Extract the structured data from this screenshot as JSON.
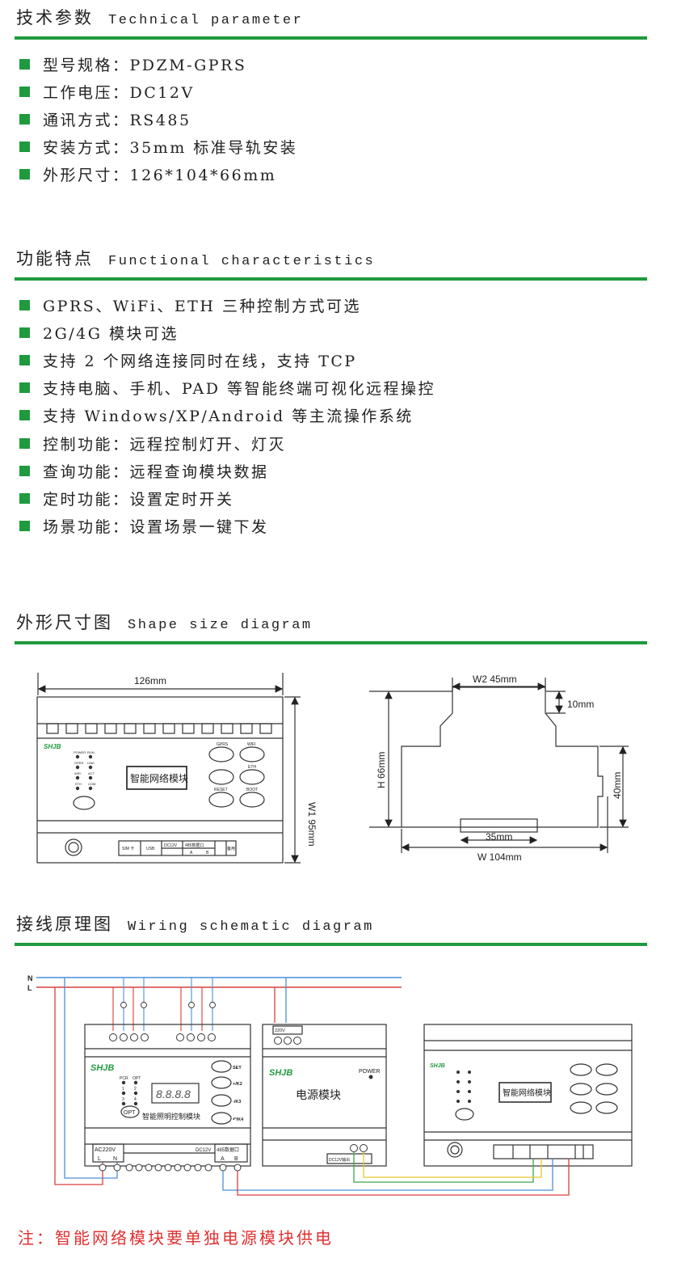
{
  "sections": {
    "tech": {
      "zh": "技术参数",
      "en": "Technical parameter",
      "items": [
        "型号规格：PDZM-GPRS",
        "工作电压：DC12V",
        "通讯方式：RS485",
        "安装方式：35mm 标准导轨安装",
        "外形尺寸：126*104*66mm"
      ]
    },
    "func": {
      "zh": "功能特点",
      "en": "Functional characteristics",
      "items": [
        "GPRS、WiFi、ETH 三种控制方式可选",
        "2G/4G 模块可选",
        "支持 2 个网络连接同时在线，支持 TCP",
        "支持电脑、手机、PAD 等智能终端可视化远程操控",
        "支持 Windows/XP/Android 等主流操作系统",
        "控制功能：远程控制灯开、灯灭",
        "查询功能：远程查询模块数据",
        "定时功能：设置定时开关",
        "场景功能：设置场景一键下发"
      ]
    },
    "shape": {
      "zh": "外形尺寸图",
      "en": "Shape size diagram"
    },
    "wiring": {
      "zh": "接线原理图",
      "en": "Wiring schematic diagram"
    }
  },
  "shape_diagram": {
    "width_label": "126mm",
    "w1_label": "W1   95mm",
    "brand": "SHJB",
    "module_name": "智能网络模块",
    "leds": [
      "POWER",
      "RUN",
      "GPRS",
      "LINK",
      "WIFI",
      "ACT",
      "ETH",
      "COM"
    ],
    "buttons": [
      "GPRS",
      "WIFI",
      "ETH",
      "RESET",
      "BOOT"
    ],
    "bottom_labels": [
      "SIM 卡",
      "USB",
      "DC12V",
      "485数据口",
      "A",
      "B",
      "备用"
    ],
    "w2_label": "W2  45mm",
    "top_gap_label": "10mm",
    "h_label": "H    66mm",
    "right_label": "40mm",
    "rail_label": "35mm",
    "w_label": "W    104mm"
  },
  "wiring_diagram": {
    "n_label": "N",
    "l_label": "L",
    "brand": "SHJB",
    "controller_name": "智能照明控制模块",
    "display": "8.8.8.8",
    "opt_label": "OPT",
    "controller_leds": [
      "PCR",
      "OPT",
      "1",
      "2",
      "3",
      "4"
    ],
    "controller_buttons": [
      "SET",
      "+/K2",
      "-/K3",
      "↶/K4"
    ],
    "controller_bottom": [
      "AC220V",
      "L",
      "N",
      "DC12V",
      "485数据口",
      "A",
      "B"
    ],
    "power_module": "电源模块",
    "power_led": "POWER",
    "power_top": "220V",
    "power_bottom": "DC12V输出",
    "network_module": "智能网络模块"
  },
  "note": "注：智能网络模块要单独电源模块供电",
  "colors": {
    "accent": "#1f9a3e",
    "note": "#e0302f",
    "wire_red": "#d9403a",
    "wire_blue": "#4a90d9",
    "wire_green": "#3aa84a",
    "wire_yellow": "#e6c62a"
  }
}
